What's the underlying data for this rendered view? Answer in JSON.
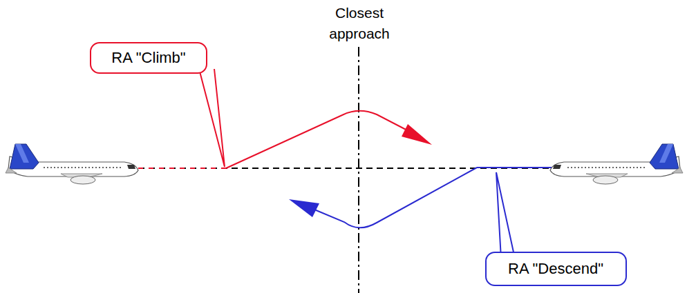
{
  "diagram": {
    "nodes": [
      {
        "text": [
          "RA \"Climb\""
        ]
      },
      {
        "text": [
          "RA \"Descend\""
        ]
      }
    ],
    "labels": [
      "Closest approach"
    ]
  }
}
